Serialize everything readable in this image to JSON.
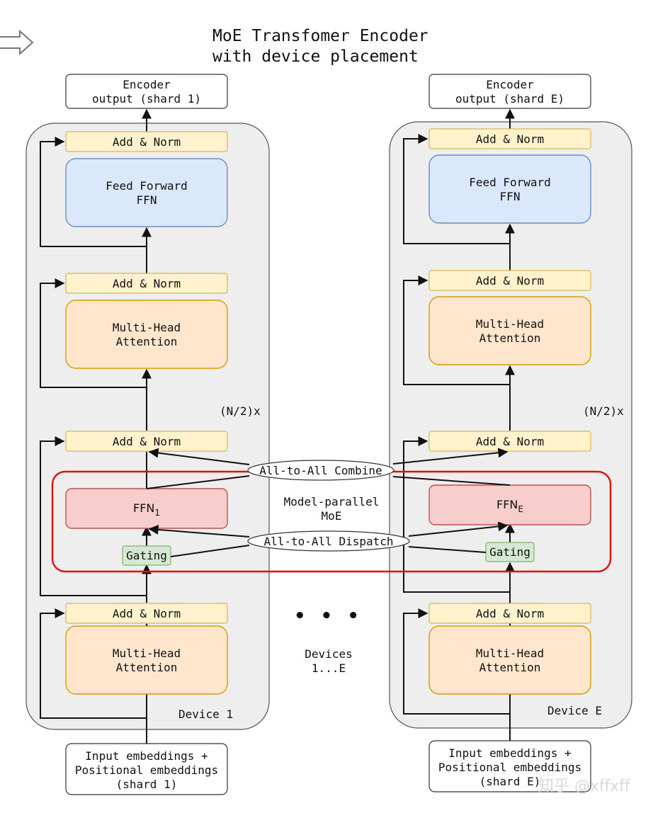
{
  "title_line1": "MoE Transfomer Encoder",
  "title_line2": "with device placement",
  "device1": {
    "output_line1": "Encoder",
    "output_line2": "output (shard 1)",
    "add_norm": "Add & Norm",
    "ffn_line1": "Feed Forward",
    "ffn_line2": "FFN",
    "mha_line1": "Multi-Head",
    "mha_line2": "Attention",
    "repeat": "(N/2)x",
    "expert_base": "FFN",
    "expert_sub": "1",
    "gating": "Gating",
    "device_label": "Device 1",
    "input_line1": "Input embeddings +",
    "input_line2": "Positional embeddings",
    "input_line3": "(shard 1)"
  },
  "deviceE": {
    "output_line1": "Encoder",
    "output_line2": "output (shard E)",
    "add_norm": "Add & Norm",
    "ffn_line1": "Feed Forward",
    "ffn_line2": "FFN",
    "mha_line1": "Multi-Head",
    "mha_line2": "Attention",
    "repeat": "(N/2)x",
    "expert_base": "FFN",
    "expert_sub": "E",
    "gating": "Gating",
    "device_label": "Device E",
    "input_line1": "Input embeddings +",
    "input_line2": "Positional embeddings",
    "input_line3": "(shard E)"
  },
  "middle": {
    "combine": "All-to-All Combine",
    "dispatch": "All-to-All Dispatch",
    "moe_line1": "Model-parallel",
    "moe_line2": "MoE",
    "ellipsis": "• • •",
    "devices_line1": "Devices",
    "devices_line2": "1...E"
  },
  "watermark": "知乎 @xffxff",
  "colors": {
    "device_bg": "#eeeeee",
    "add_norm_fill": "#fff2cc",
    "add_norm_stroke": "#d6b656",
    "ffn_fill": "#dae8fc",
    "ffn_stroke": "#6c8ebf",
    "mha_fill": "#ffe6cc",
    "mha_stroke": "#d79b00",
    "expert_fill": "#f8cecc",
    "expert_stroke": "#b85450",
    "gating_fill": "#d5e8d4",
    "gating_stroke": "#82b366",
    "moe_border": "#e01010"
  }
}
